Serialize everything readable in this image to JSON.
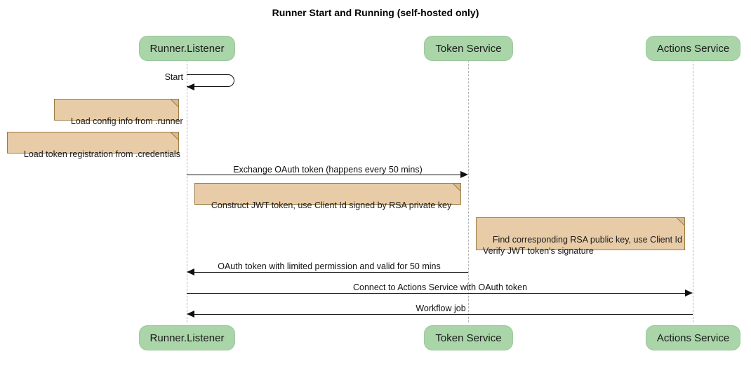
{
  "diagram": {
    "type": "sequence-diagram",
    "title": "Runner Start and Running (self-hosted only)",
    "colors": {
      "participant_fill": "#a9d5a9",
      "participant_border": "#9cc79c",
      "note_fill": "#e8cca8",
      "note_border": "#9d7c42",
      "lifeline": "#b4b4b4",
      "arrow": "#111111",
      "background": "#ffffff"
    },
    "participants": [
      {
        "id": "runner",
        "label": "Runner.Listener"
      },
      {
        "id": "token",
        "label": "Token Service"
      },
      {
        "id": "actions",
        "label": "Actions Service"
      }
    ],
    "messages": [
      {
        "id": "m1",
        "label": "Start",
        "from": "runner",
        "to": "runner",
        "kind": "self"
      },
      {
        "id": "m2",
        "label": "Exchange OAuth token (happens every 50 mins)",
        "from": "runner",
        "to": "token",
        "kind": "sync",
        "direction": "right"
      },
      {
        "id": "m3",
        "label": "OAuth token with limited permission and valid for 50 mins",
        "from": "token",
        "to": "runner",
        "kind": "return",
        "direction": "left"
      },
      {
        "id": "m4",
        "label": "Connect to Actions Service with OAuth token",
        "from": "runner",
        "to": "actions",
        "kind": "sync",
        "direction": "right"
      },
      {
        "id": "m5",
        "label": "Workflow job",
        "from": "actions",
        "to": "runner",
        "kind": "return",
        "direction": "left"
      }
    ],
    "notes": [
      {
        "id": "n1",
        "text": "Load config info from .runner",
        "attached_to": "runner",
        "position": "left"
      },
      {
        "id": "n2",
        "text": "Load token registration from .credentials",
        "attached_to": "runner",
        "position": "left"
      },
      {
        "id": "n3",
        "text": "Construct JWT token, use Client Id signed by RSA private key",
        "attached_to": "runner",
        "position": "right"
      },
      {
        "id": "n4",
        "text": "Find corresponding RSA public key, use Client Id\nVerify JWT token's signature",
        "attached_to": "token",
        "position": "right"
      }
    ]
  }
}
